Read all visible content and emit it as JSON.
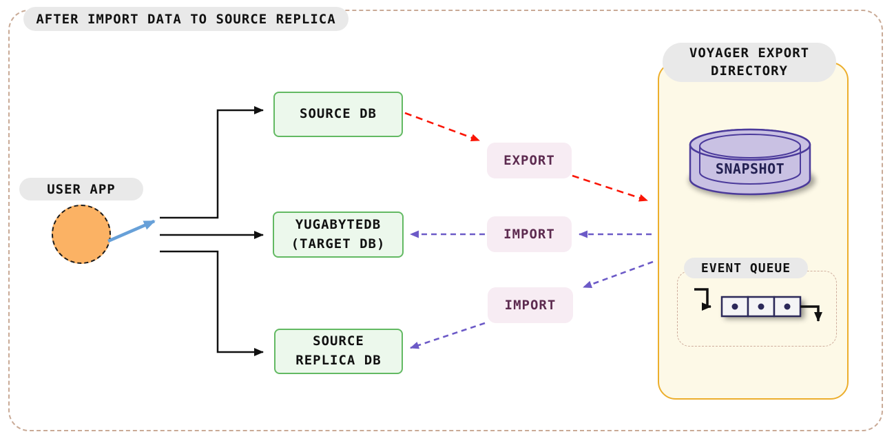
{
  "title": "AFTER IMPORT DATA TO SOURCE REPLICA",
  "user_app": {
    "label": "USER APP"
  },
  "nodes": {
    "source_db": "SOURCE DB",
    "target_db": "YUGABYTEDB\n(TARGET DB)",
    "source_replica_db": "SOURCE\nREPLICA DB"
  },
  "operations": {
    "export": "EXPORT",
    "import_to_target": "IMPORT",
    "import_to_replica": "IMPORT"
  },
  "voyager": {
    "title": "VOYAGER EXPORT\nDIRECTORY",
    "snapshot_label": "SNAPSHOT",
    "event_queue_label": "EVENT QUEUE",
    "event_queue_item_count": 3
  },
  "icons": {
    "user_app": "user-app-circle-icon",
    "snapshot": "database-cylinder-icon",
    "event_queue": "queue-cells-icon",
    "arrows": [
      "fanout-arrow-icon",
      "export-dashed-arrow-icon",
      "import-dashed-arrow-icon"
    ]
  },
  "colors": {
    "outer_border": "#c9aa96",
    "label_pill_bg": "#e9e9e9",
    "db_box_bg": "#ecf8ec",
    "db_box_border": "#62b962",
    "op_pill_bg": "#f7ecf3",
    "op_pill_text": "#5d2b50",
    "export_arrow_red": "#fa1505",
    "import_arrow_purple": "#6c5ac7",
    "voyager_bg": "#fdf9e7",
    "voyager_border": "#ecae2c",
    "user_app_fill": "#fbb264",
    "user_arrow_blue": "#67a0d8",
    "snapshot_fill": "#c9c1e3",
    "snapshot_border": "#4b3a9b",
    "snapshot_text": "#232052",
    "queue_cell_border": "#2b2859",
    "line_black": "#111111"
  }
}
